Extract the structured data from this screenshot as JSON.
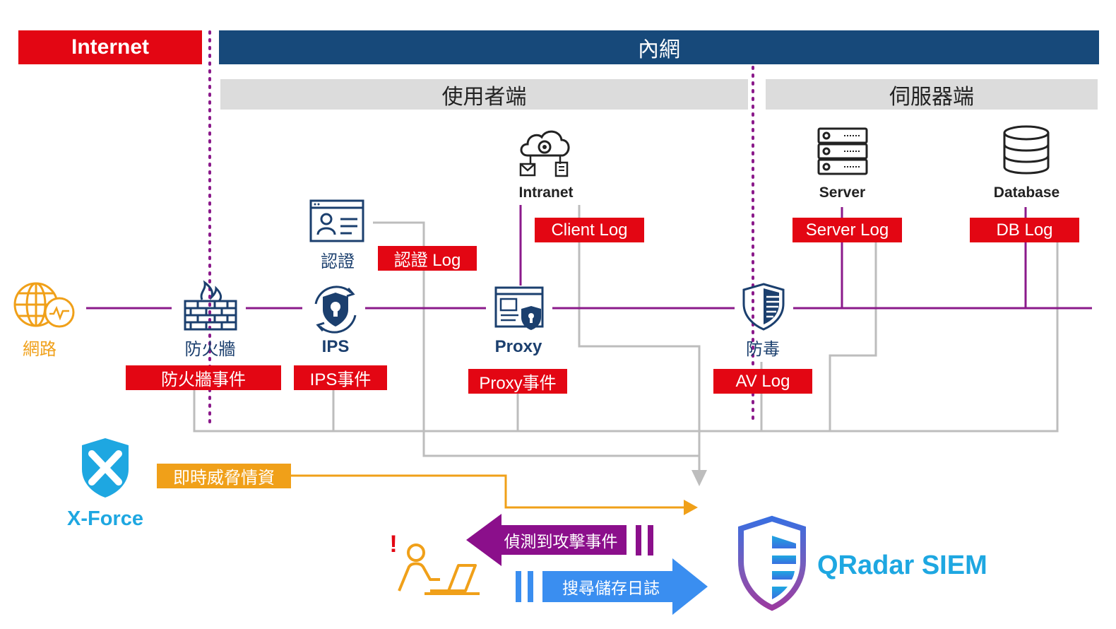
{
  "zones": {
    "internet": "Internet",
    "intranet": "內網",
    "client_side": "使用者端",
    "server_side": "伺服器端"
  },
  "nodes": {
    "network": "網路",
    "firewall": "防火牆",
    "ips": "IPS",
    "auth": "認證",
    "intranet": "Intranet",
    "proxy": "Proxy",
    "antivirus": "防毒",
    "server": "Server",
    "database": "Database"
  },
  "logs": {
    "firewall_event": "防火牆事件",
    "ips_event": "IPS事件",
    "auth_log": "認證 Log",
    "client_log": "Client Log",
    "proxy_event": "Proxy事件",
    "av_log": "AV Log",
    "server_log": "Server Log",
    "db_log": "DB Log"
  },
  "threat_intel": {
    "source": "X-Force",
    "label": "即時威脅情資"
  },
  "siem": {
    "name": "QRadar SIEM",
    "detect_label": "偵測到攻擊事件",
    "search_label": "搜尋儲存日誌",
    "alert_mark": "!"
  },
  "colors": {
    "internet_red": "#e30613",
    "intranet_navy": "#17497a",
    "network_purple": "#8b1a8b",
    "log_gray": "#bdbdbd",
    "intel_orange": "#f0a019",
    "xforce_blue": "#1ea7e1",
    "search_blue": "#3a8ef0",
    "detect_purple": "#8b0f8b"
  }
}
